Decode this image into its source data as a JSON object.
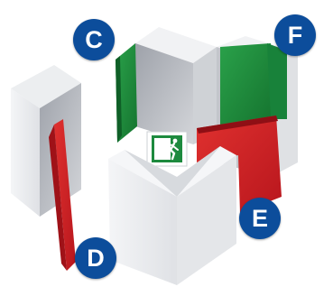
{
  "labels": {
    "c": "C",
    "d": "D",
    "e": "E",
    "f": "F"
  },
  "exit_sign": {
    "icon": "running-man-exit-icon",
    "color": "#1d8a3e"
  },
  "colors": {
    "badge": "#0c4d9b",
    "panel_red": "#d3222a",
    "panel_green": "#1e8a3c",
    "wall_front": "#eeeff1",
    "wall_inner": "#b9bcc2"
  }
}
